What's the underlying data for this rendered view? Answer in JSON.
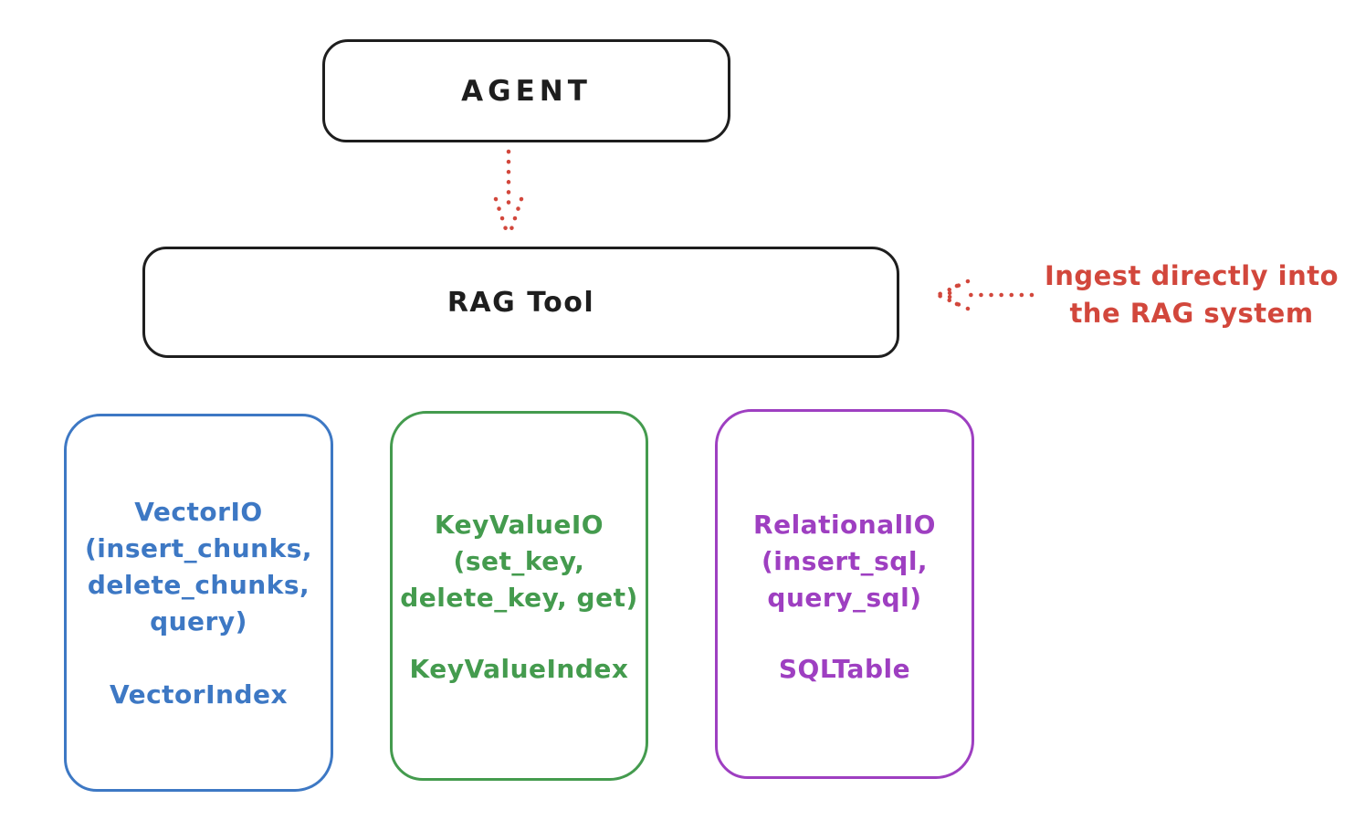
{
  "colors": {
    "ink": "#1e1e1e",
    "red": "#d2473c",
    "background": "#ffffff"
  },
  "agent": {
    "label": "AGENT"
  },
  "rag_tool": {
    "label": "RAG Tool"
  },
  "annotation": {
    "line1": "Ingest directly into",
    "line2": "the RAG system"
  },
  "arrows": [
    {
      "name": "agent-to-rag-tool",
      "style": "dotted",
      "direction": "down"
    },
    {
      "name": "ingest-into-rag-tool",
      "style": "dotted",
      "direction": "left"
    }
  ],
  "backends": [
    {
      "id": "vector-io",
      "color": "#3d78c4",
      "lines": [
        "VectorIO",
        "(insert_chunks,",
        "delete_chunks,",
        "query)"
      ],
      "index": "VectorIndex"
    },
    {
      "id": "keyvalue-io",
      "color": "#449b4e",
      "lines": [
        "KeyValueIO",
        "(set_key,",
        "delete_key, get)"
      ],
      "index": "KeyValueIndex"
    },
    {
      "id": "relational-io",
      "color": "#9e3fc1",
      "lines": [
        "RelationalIO",
        "(insert_sql,",
        "query_sql)"
      ],
      "index": "SQLTable"
    }
  ]
}
